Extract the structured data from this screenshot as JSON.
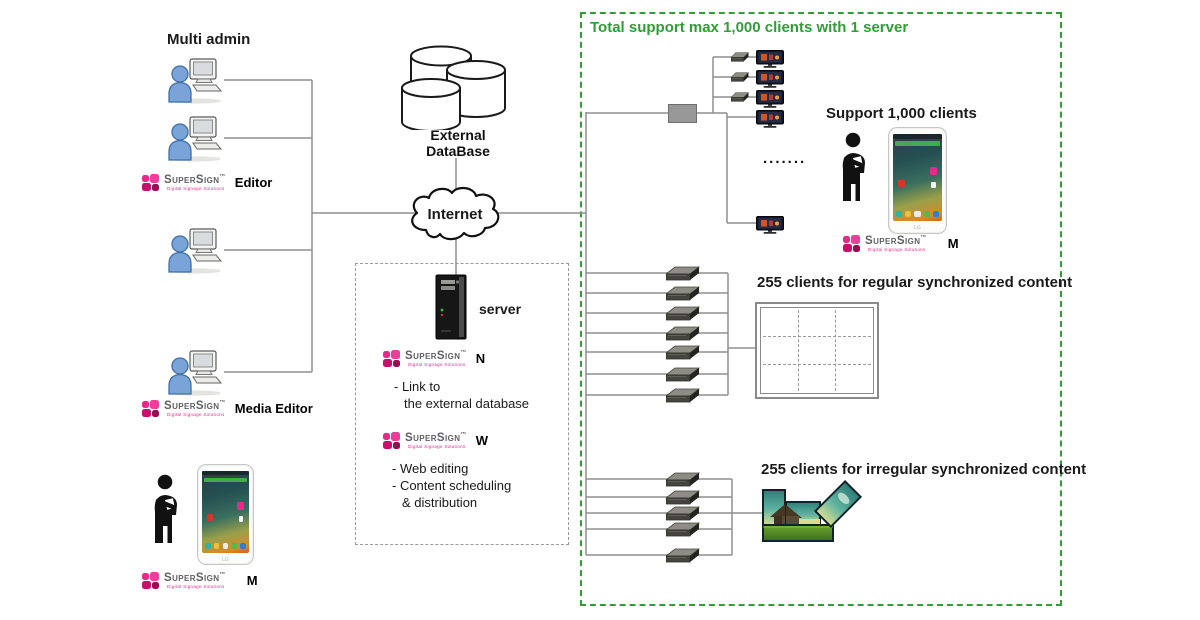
{
  "brand": {
    "name": "SuperSign",
    "tm": "™",
    "tagline": "Digital Signage Solutions"
  },
  "left_panel": {
    "title": "Multi admin",
    "editor_suffix": "Editor",
    "media_editor_suffix": "Media Editor",
    "mobile_suffix": "M"
  },
  "network": {
    "database_line1": "External",
    "database_line2": "DataBase",
    "internet_label": "Internet"
  },
  "server_box": {
    "server_label": "server",
    "n_suffix": "N",
    "n_lines": [
      "- Link to",
      "the external database"
    ],
    "w_suffix": "W",
    "w_lines": [
      "- Web editing",
      "- Content scheduling",
      "& distribution"
    ]
  },
  "clients_box": {
    "title": "Total support max 1,000 clients with 1 server",
    "support_heading": "Support 1,000 clients",
    "ellipsis": ".......",
    "mobile_suffix": "M",
    "regular_heading": "255 clients for regular synchronized content",
    "irregular_heading": "255 clients for irregular synchronized content"
  },
  "phone": {
    "brand": "LG"
  },
  "colors": {
    "accent_green": "#2f9e36",
    "brand_magenta": "#e6298b",
    "line_gray": "#8f8f8f",
    "person_blue": "#7aa4d8"
  }
}
